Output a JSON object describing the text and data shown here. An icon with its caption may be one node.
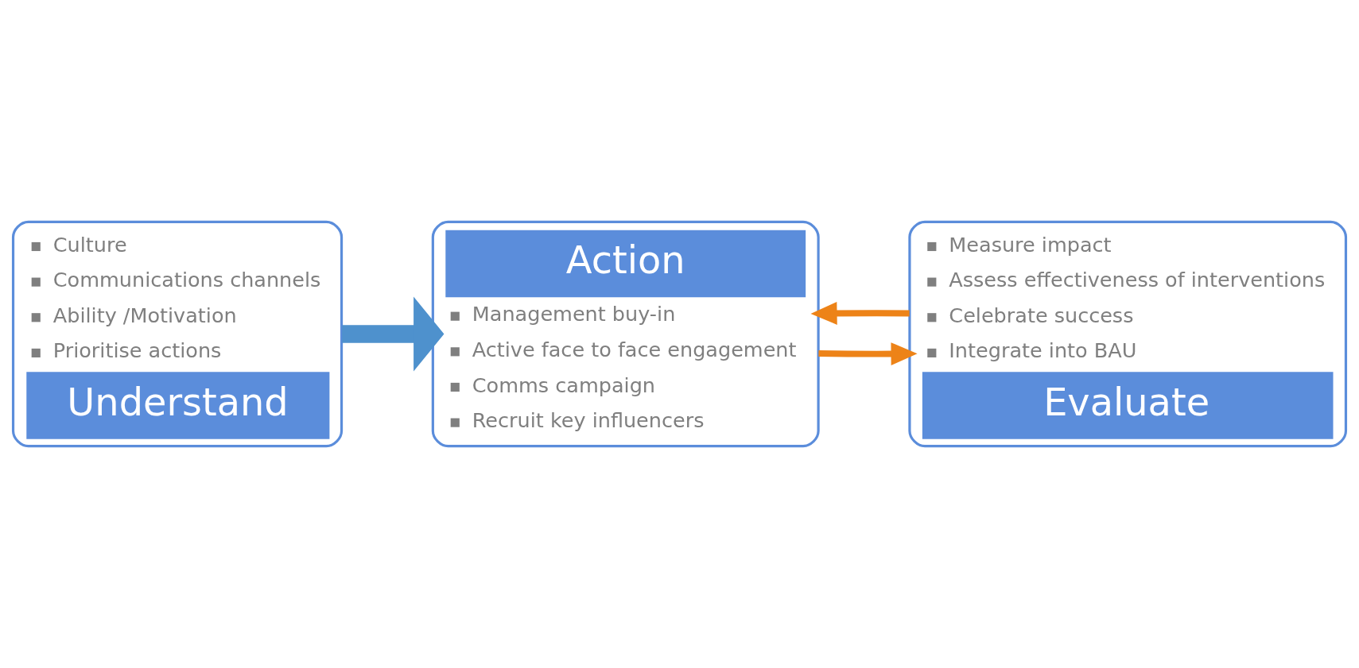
{
  "diagram": {
    "nodes": [
      {
        "text": [
          "Culture",
          "Communications channels",
          "Ability /Motivation",
          "Prioritise actions",
          "Understand"
        ]
      },
      {
        "text": [
          "Action",
          "Management buy-in",
          "Active face to face engagement",
          "Comms campaign",
          "Recruit key influencers"
        ]
      },
      {
        "text": [
          "Measure impact",
          "Assess effectiveness of interventions",
          "Celebrate success",
          "Integrate into BAU",
          "Evaluate"
        ]
      }
    ],
    "edges": [
      {
        "from": 0,
        "to": 1,
        "arrow": "to",
        "style": "thick",
        "color": "#4e91cd"
      },
      {
        "from": 1,
        "to": 2,
        "arrow": "to"
      },
      {
        "from": 2,
        "to": 1,
        "arrow": "to"
      }
    ]
  }
}
